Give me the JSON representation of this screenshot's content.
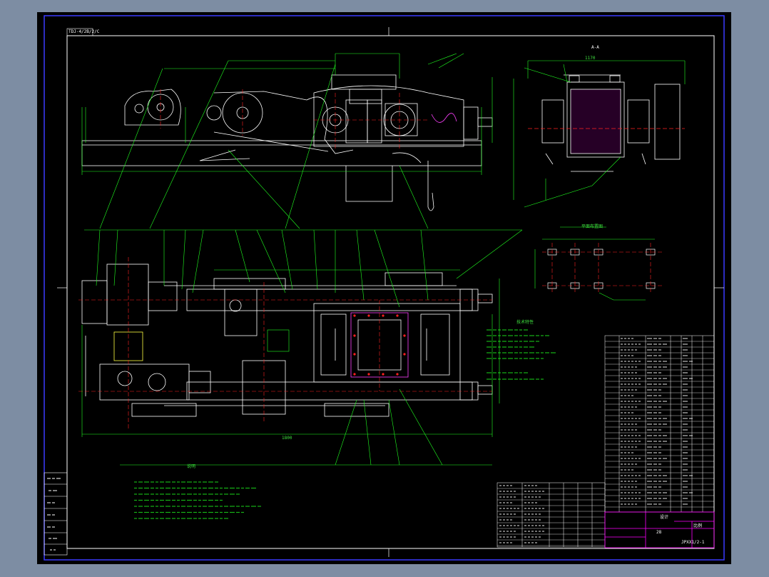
{
  "drawing": {
    "corner_tag": "TDJ-4/2B/2/C",
    "section_label": "A-A",
    "dimension_1170": "1170",
    "dimension_1800": "1800",
    "tech_req_title": "技术要求",
    "tech_req_title_2": "技术特性",
    "notes_title": "说明",
    "plan_title": "平面布置图",
    "design_label": "设计",
    "scale_label": "比例",
    "drawing_no": "JPXX1/2-1",
    "part_count_label": "28"
  },
  "colors": {
    "frame": "#ffffff",
    "background": "#000000",
    "outline": "#ffffff",
    "dimension": "#20ff20",
    "centerline": "#ff2020",
    "hidden": "#ffff00",
    "title_block": "#ff00ff",
    "parts": "#ff40ff",
    "surround": "#7d8da3"
  }
}
